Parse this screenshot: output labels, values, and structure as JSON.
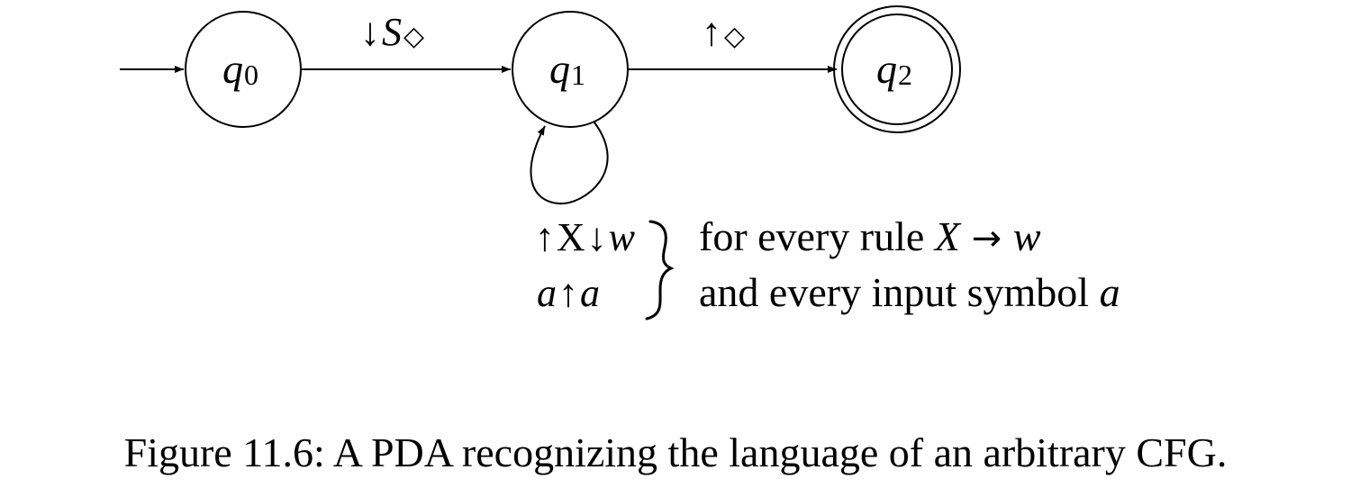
{
  "states": [
    {
      "id": "q0",
      "name": "q",
      "subscript": "0",
      "accepting": false,
      "initial": true
    },
    {
      "id": "q1",
      "name": "q",
      "subscript": "1",
      "accepting": false,
      "initial": false
    },
    {
      "id": "q2",
      "name": "q",
      "subscript": "2",
      "accepting": true,
      "initial": false
    }
  ],
  "transitions": {
    "q0_q1": {
      "part1": "↓",
      "part2": "S",
      "part3": "◇"
    },
    "q1_q2": {
      "part1": "↑",
      "part2": "◇"
    },
    "q1_loop": {
      "line1": {
        "p1": "↑",
        "p2": "X",
        "p3": "↓",
        "p4": "w"
      },
      "line2": {
        "p1": "a",
        "p2": "↑",
        "p3": "a"
      }
    }
  },
  "loop_annotation": {
    "line1": {
      "text": "for every rule ",
      "v1": "X",
      "arrow": " → ",
      "v2": "w"
    },
    "line2": {
      "text": "and every input symbol ",
      "v1": "a"
    }
  },
  "caption": "Figure 11.6: A PDA recognizing the language of an arbitrary CFG."
}
